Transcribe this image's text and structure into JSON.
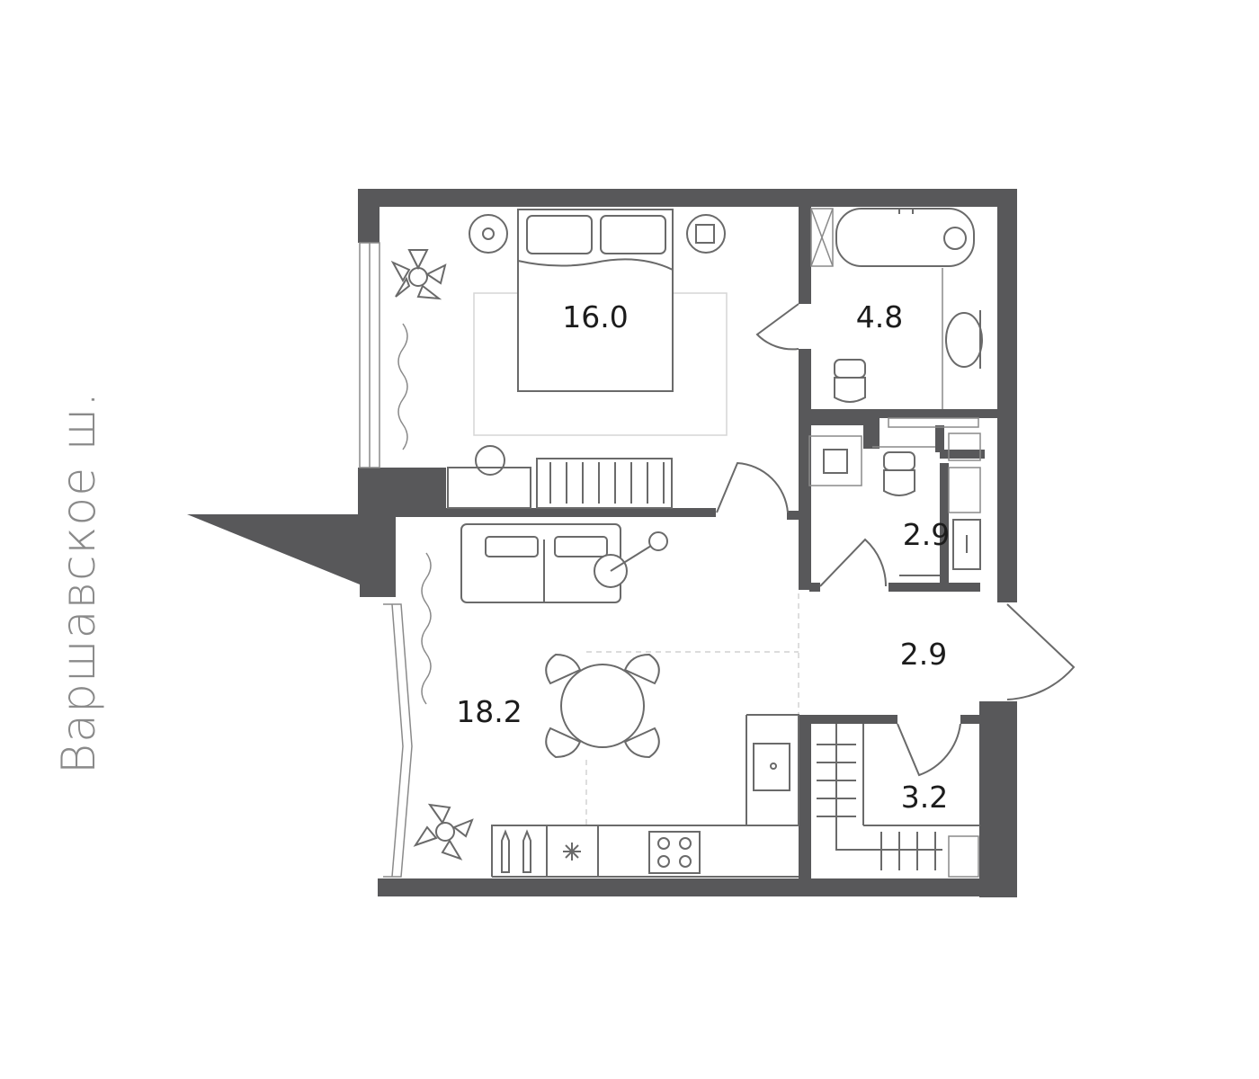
{
  "street_label": "Варшавское ш.",
  "rooms": [
    {
      "id": "bedroom",
      "area": "16.0"
    },
    {
      "id": "bathroom",
      "area": "4.8"
    },
    {
      "id": "toilet",
      "area": "2.9"
    },
    {
      "id": "hall",
      "area": "2.9"
    },
    {
      "id": "living-kitchen",
      "area": "18.2"
    },
    {
      "id": "wardrobe",
      "area": "3.2"
    }
  ],
  "colors": {
    "wall": "#58585a",
    "line": "#6a6a6a",
    "street_text": "#8a8a8a",
    "area_text": "#1c1c1c"
  }
}
